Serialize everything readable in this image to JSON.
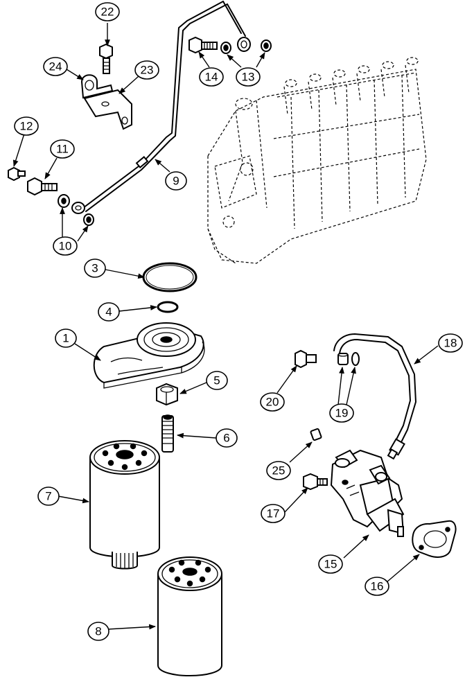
{
  "callouts": [
    {
      "id": "c1",
      "label": "1"
    },
    {
      "id": "c3",
      "label": "3"
    },
    {
      "id": "c4",
      "label": "4"
    },
    {
      "id": "c5",
      "label": "5"
    },
    {
      "id": "c6",
      "label": "6"
    },
    {
      "id": "c7",
      "label": "7"
    },
    {
      "id": "c8",
      "label": "8"
    },
    {
      "id": "c9",
      "label": "9"
    },
    {
      "id": "c10",
      "label": "10"
    },
    {
      "id": "c11",
      "label": "11"
    },
    {
      "id": "c12",
      "label": "12"
    },
    {
      "id": "c13",
      "label": "13"
    },
    {
      "id": "c14",
      "label": "14"
    },
    {
      "id": "c15",
      "label": "15"
    },
    {
      "id": "c16",
      "label": "16"
    },
    {
      "id": "c17",
      "label": "17"
    },
    {
      "id": "c18",
      "label": "18"
    },
    {
      "id": "c19",
      "label": "19"
    },
    {
      "id": "c20",
      "label": "20"
    },
    {
      "id": "c22",
      "label": "22"
    },
    {
      "id": "c23",
      "label": "23"
    },
    {
      "id": "c24",
      "label": "24"
    },
    {
      "id": "c25",
      "label": "25"
    }
  ]
}
